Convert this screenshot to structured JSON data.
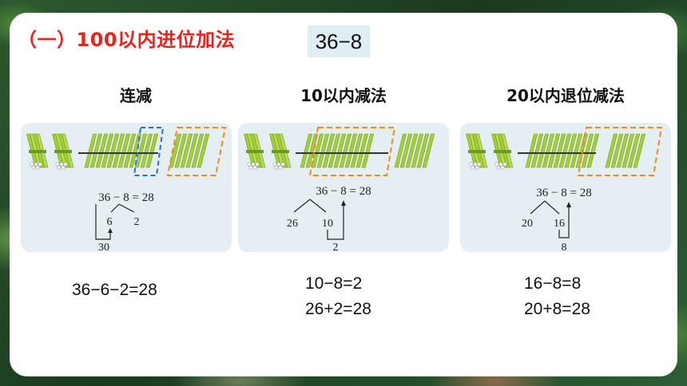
{
  "header": {
    "title": "（一）100以内进位加法",
    "expression": "36−8"
  },
  "columns": [
    {
      "heading": "连减",
      "equation": "36 − 8 = 28",
      "split_left": "6",
      "split_right": "2",
      "below": "30",
      "results": [
        "36−6−2=28"
      ]
    },
    {
      "heading": "10以内减法",
      "equation": "36 − 8 = 28",
      "split_left": "26",
      "split_right": "10",
      "below": "2",
      "results": [
        "10−8=2",
        "26+2=28"
      ]
    },
    {
      "heading": "20以内退位减法",
      "equation": "36 − 8 = 28",
      "split_left": "20",
      "split_right": "16",
      "below": "8",
      "results": [
        "16−8=8",
        "20+8=28"
      ]
    }
  ],
  "colors": {
    "title_red": "#e8231d",
    "stick_green": "#a5cf3a",
    "highlight_orange": "#f08a1f",
    "highlight_blue": "#1f6fe0",
    "card_bg": "#e4eef3"
  }
}
